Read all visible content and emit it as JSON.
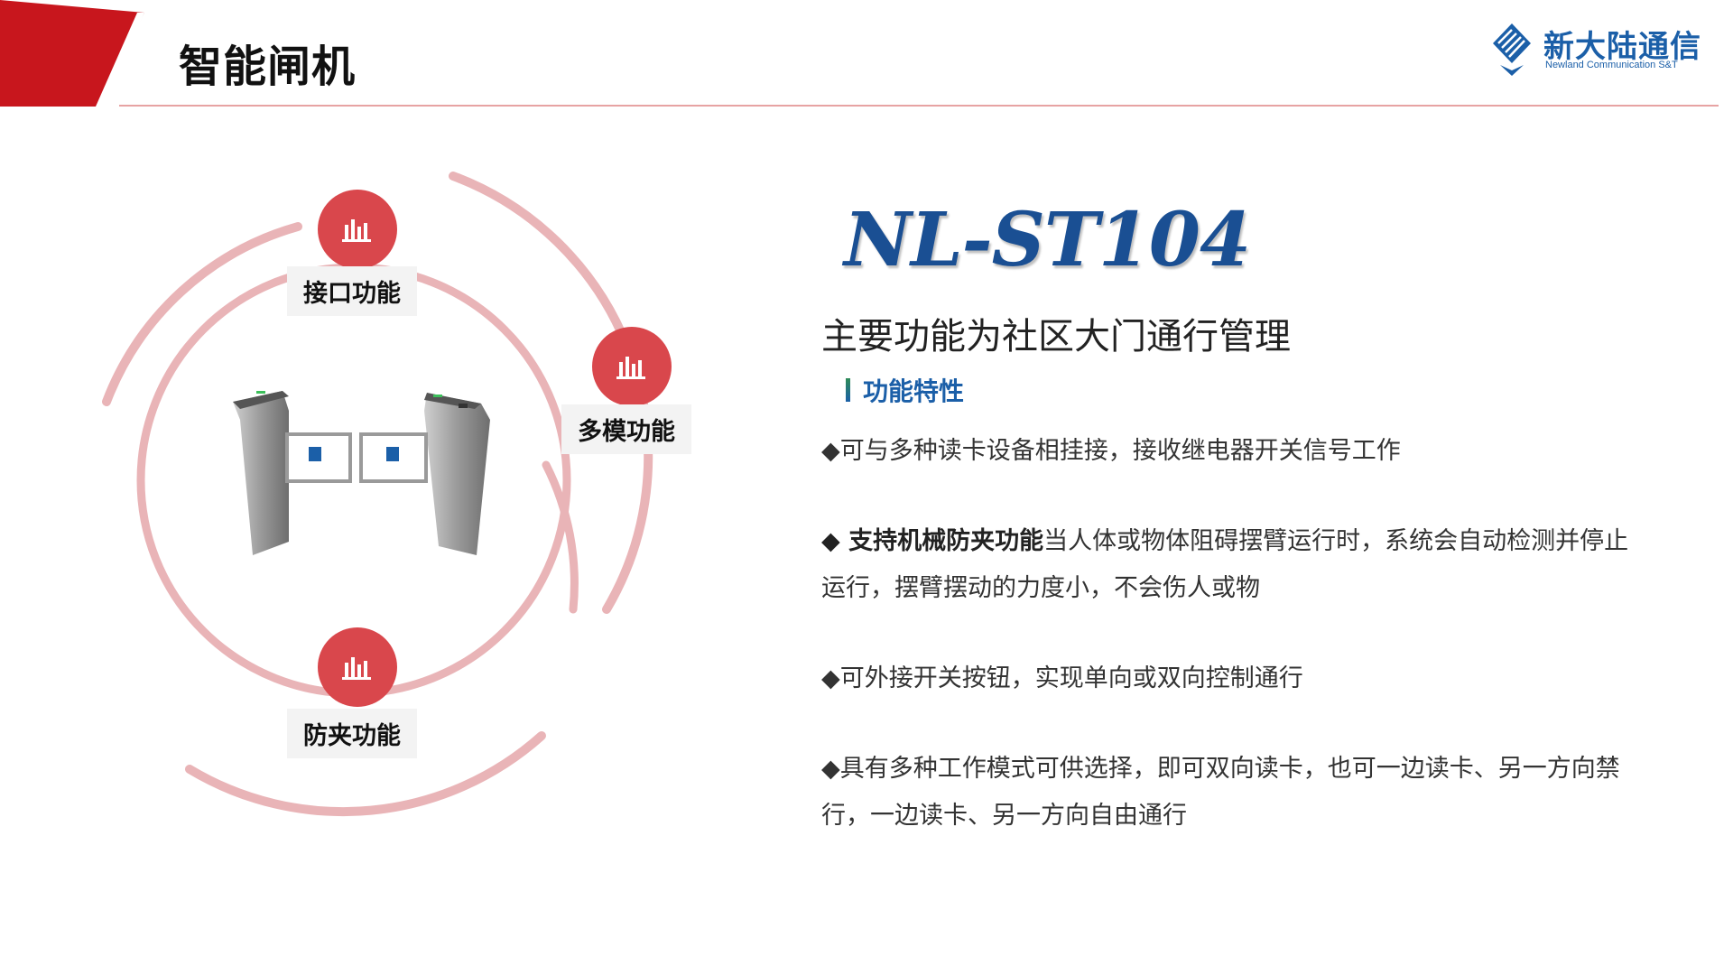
{
  "header": {
    "title": "智能闸机",
    "accent_color": "#c8161d",
    "logo_name": "新大陆通信",
    "logo_sub": "Newland Communication S&T"
  },
  "diagram": {
    "ring_color": "#e9b4b7",
    "node_color": "#d9474c",
    "nodes": [
      {
        "label": "接口功能",
        "icon": "bar-chart-icon"
      },
      {
        "label": "多模功能",
        "icon": "bar-chart-icon"
      },
      {
        "label": "防夹功能",
        "icon": "bar-chart-icon"
      }
    ]
  },
  "product": {
    "model": "NL-ST104",
    "subtitle": "主要功能为社区大门通行管理",
    "section_label": "功能特性"
  },
  "features": [
    {
      "strong": "",
      "text": "◆可与多种读卡设备相挂接，接收继电器开关信号工作"
    },
    {
      "strong": "◆ 支持机械防夹功能",
      "text": "当人体或物体阻碍摆臂运行时，系统会自动检测并停止运行，摆臂摆动的力度小，不会伤人或物"
    },
    {
      "strong": "",
      "text": "◆可外接开关按钮，实现单向或双向控制通行"
    },
    {
      "strong": "",
      "text": "◆具有多种工作模式可供选择，即可双向读卡，也可一边读卡、另一方向禁行，一边读卡、另一方向自由通行"
    }
  ]
}
